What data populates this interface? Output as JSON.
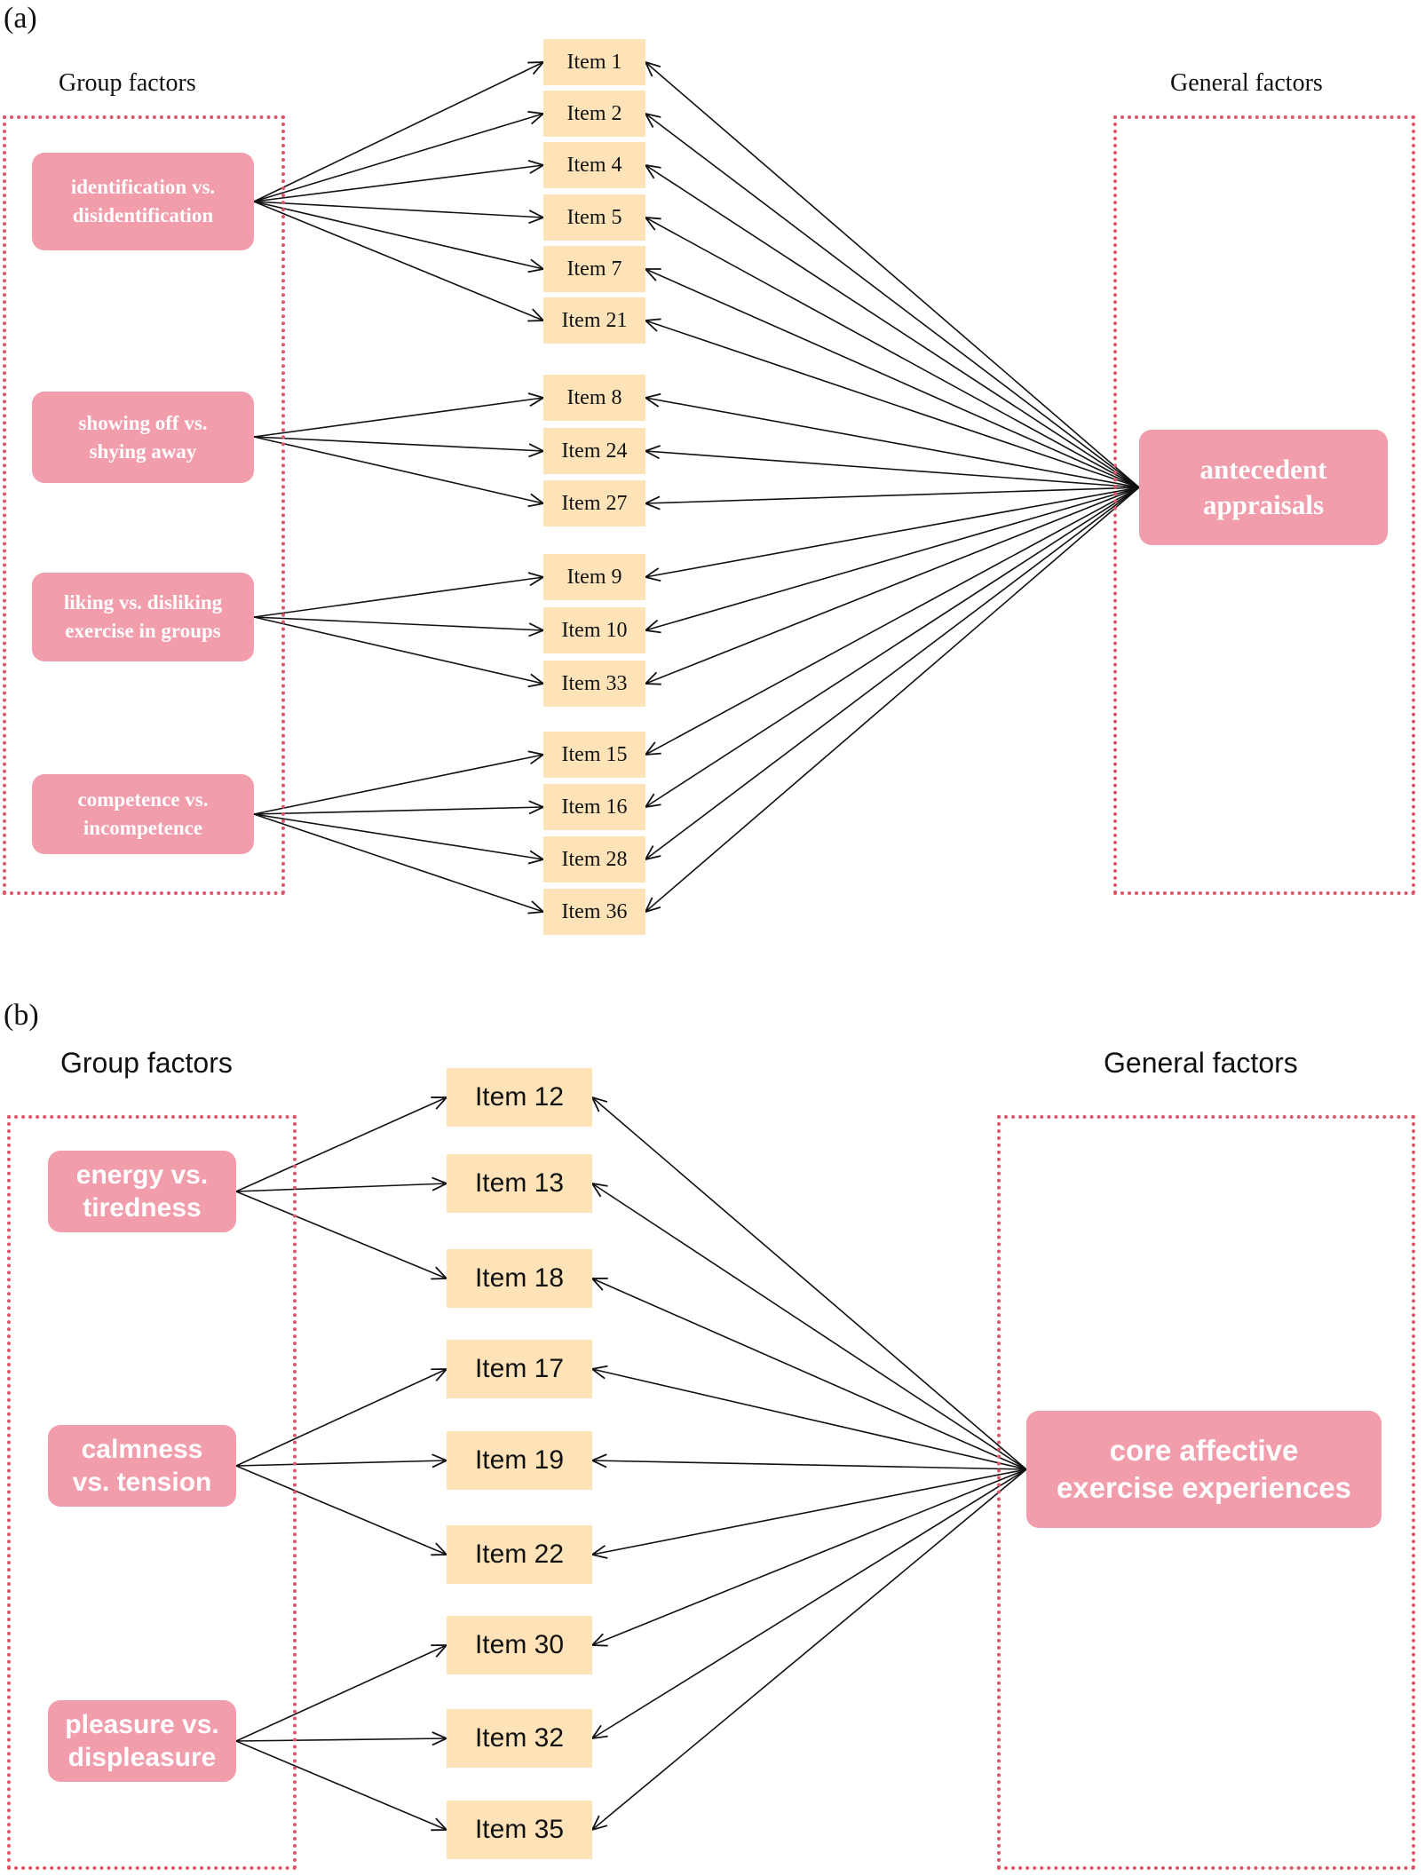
{
  "panel_a": {
    "label": "(a)",
    "group_heading": "Group factors",
    "general_heading": "General factors",
    "general_factor": [
      "antecedent",
      "appraisals"
    ],
    "groups": [
      {
        "lines": [
          "identification vs.",
          "disidentification"
        ],
        "items": [
          0,
          1,
          2,
          3,
          4,
          5
        ]
      },
      {
        "lines": [
          "showing off vs.",
          "shying away"
        ],
        "items": [
          6,
          7,
          8
        ]
      },
      {
        "lines": [
          "liking vs. disliking",
          "exercise in groups"
        ],
        "items": [
          9,
          10,
          11
        ]
      },
      {
        "lines": [
          "competence vs.",
          "incompetence"
        ],
        "items": [
          12,
          13,
          14,
          15
        ]
      }
    ],
    "items": [
      "Item 1",
      "Item 2",
      "Item 4",
      "Item 5",
      "Item 7",
      "Item 21",
      "Item 8",
      "Item 24",
      "Item 27",
      "Item 9",
      "Item 10",
      "Item 33",
      "Item 15",
      "Item 16",
      "Item 28",
      "Item 36"
    ]
  },
  "panel_b": {
    "label": "(b)",
    "group_heading": "Group factors",
    "general_heading": "General factors",
    "general_factor": [
      "core affective",
      "exercise experiences"
    ],
    "groups": [
      {
        "lines": [
          "energy vs.",
          "tiredness"
        ],
        "items": [
          0,
          1,
          2
        ]
      },
      {
        "lines": [
          "calmness",
          "vs. tension"
        ],
        "items": [
          3,
          4,
          5
        ]
      },
      {
        "lines": [
          "pleasure vs.",
          "displeasure"
        ],
        "items": [
          6,
          7,
          8
        ]
      }
    ],
    "items": [
      "Item 12",
      "Item 13",
      "Item 18",
      "Item 17",
      "Item 19",
      "Item 22",
      "Item 30",
      "Item 32",
      "Item 35"
    ]
  },
  "colors": {
    "factor_fill": "#f29dac",
    "item_fill": "#ffe3b8",
    "dotted_border": "#e05468",
    "edge": "#111111"
  }
}
